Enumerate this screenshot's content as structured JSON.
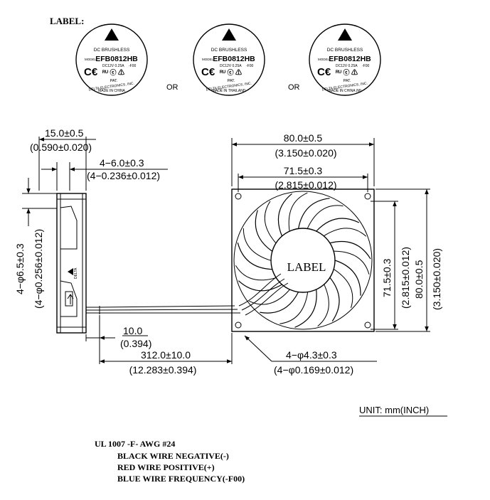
{
  "label_heading": "LABEL:",
  "labels": [
    {
      "l1": "DC BRUSHLESS",
      "model_prefix": "MODEL",
      "model": "EFB0812HB",
      "rating": "DC12V  0.25A",
      "suffix": "-F00",
      "pat": "PAT.",
      "maker": "DELTA ELECTRONICS, INC.",
      "made": "MADE IN CHINA"
    },
    {
      "l1": "DC BRUSHLESS",
      "model_prefix": "MODEL",
      "model": "EFB0812HB",
      "rating": "DC12V  0.25A",
      "suffix": "-F00",
      "pat": "PAT.",
      "maker": "DELTA ELECTRONICS, INC.",
      "made": "MADE IN THAILAND"
    },
    {
      "l1": "DC BRUSHLESS",
      "model_prefix": "MODEL",
      "model": "EFB0812HB",
      "rating": "DC12V  0.25A",
      "suffix": "-F00",
      "pat": "PAT.",
      "maker": "DELTA ELECTRONICS, INC.",
      "made": "MADE IN CHINA (M)"
    }
  ],
  "or_text": "OR",
  "dims": {
    "thickness_mm": "15.0±0.5",
    "thickness_in": "(0.590±0.020)",
    "flange_mm": "4−6.0±0.3",
    "flange_in": "(4−0.236±0.012)",
    "hole_side_mm": "4−φ6.5±0.3",
    "hole_side_in": "(4−φ0.256±0.012)",
    "width_mm": "80.0±0.5",
    "width_in": "(3.150±0.020)",
    "pitch_mm": "71.5±0.3",
    "pitch_in": "(2.815±0.012)",
    "vpitch_mm": "71.5±0.3",
    "vpitch_in": "(2.815±0.012)",
    "height_mm": "80.0±0.5",
    "height_in": "(3.150±0.020)",
    "strip_mm": "10.0",
    "strip_in": "(0.394)",
    "lead_mm": "312.0±10.0",
    "lead_in": "(12.283±0.394)",
    "hole_mm": "4−φ4.3±0.3",
    "hole_in": "(4−φ0.169±0.012)"
  },
  "hub_label": "LABEL",
  "unit": "UNIT:  mm(INCH)",
  "wire_spec": {
    "title": "UL 1007 -F- AWG #24",
    "lines": [
      "BLACK WIRE NEGATIVE(-)",
      "RED WIRE POSITIVE(+)",
      "BLUE WIRE FREQUENCY(-F00)"
    ]
  }
}
